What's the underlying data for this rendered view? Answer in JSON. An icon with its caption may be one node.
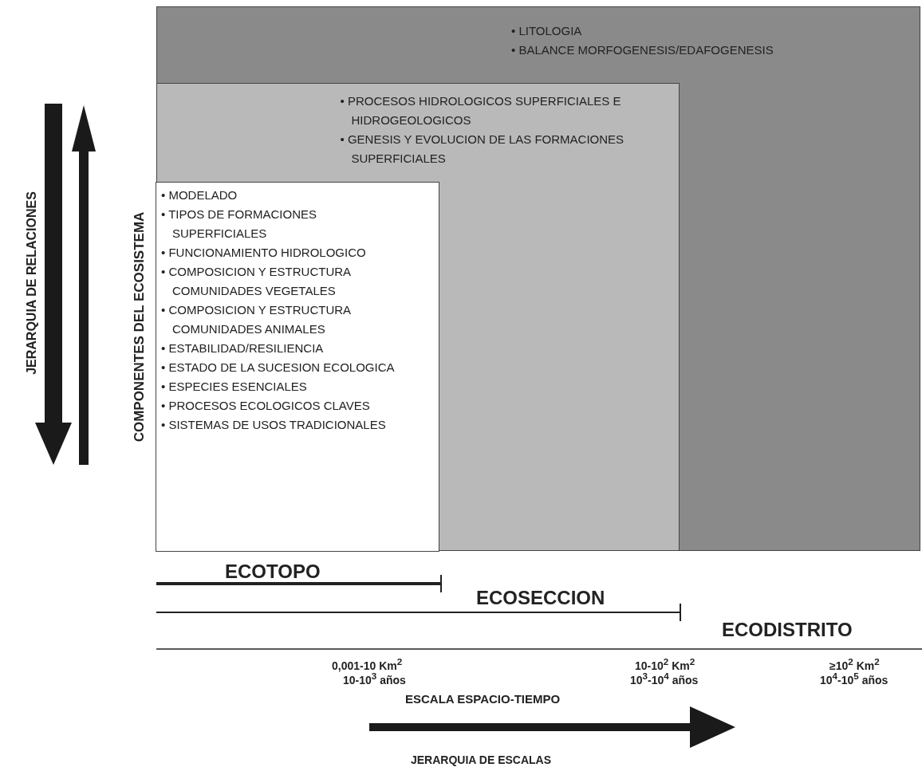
{
  "diagram": {
    "nodes": [
      {
        "text": [
          "• LITOLOGIA",
          "• BALANCE MORFOGENESIS/EDAFOGENESIS"
        ]
      },
      {
        "text": [
          "• PROCESOS HIDROLOGICOS SUPERFICIALES E HIDROGEOLOGICOS",
          "• GENESIS Y EVOLUCION DE LAS FORMACIONES SUPERFICIALES"
        ],
        "in": 0
      },
      {
        "text": [
          "• MODELADO",
          "• TIPOS DE FORMACIONES SUPERFICIALES",
          "• FUNCIONAMIENTO HIDROLOGICO",
          "• COMPOSICION Y ESTRUCTURA COMUNIDADES VEGETALES",
          "• COMPOSICION Y ESTRUCTURA COMUNIDADES ANIMALES",
          "• ESTABILIDAD/RESILIENCIA",
          "• ESTADO DE LA SUCESION ECOLOGICA",
          "• ESPECIES ESENCIALES",
          "• PROCESOS ECOLOGICOS CLAVES",
          "• SISTEMAS DE USOS TRADICIONALES"
        ],
        "in": 1
      }
    ],
    "edges": [],
    "labels": [
      "JERARQUIA DE RELACIONES",
      "COMPONENTES DEL ECOSISTEMA",
      "ECOTOPO",
      "ECOSECCION",
      "ECODISTRITO",
      "0,001-10 Km$^{2}$",
      "10-10$^{3}$ años",
      "10-10$^{2}$ Km$^{2}$",
      "10$^{3}$-10$^{4}$ años",
      "≥10$^{2}$ Km$^{2}$",
      "10$^{4}$-10$^{5}$ años",
      "ESCALA ESPACIO-TIEMPO",
      "JERARQUIA DE ESCALAS"
    ]
  }
}
